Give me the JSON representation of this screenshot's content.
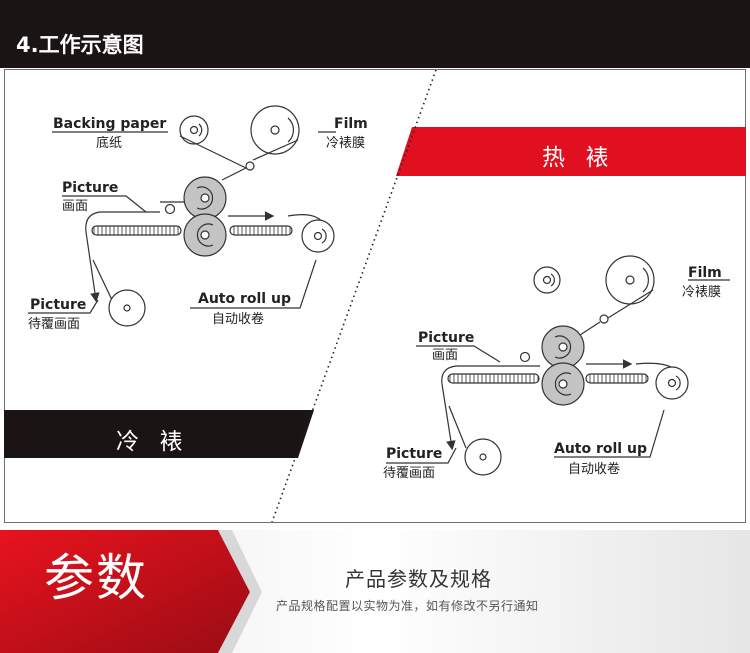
{
  "header": {
    "title": "4.工作示意图"
  },
  "cold_section": {
    "ribbon": "冷  裱",
    "backing_paper": {
      "en": "Backing paper",
      "cn": "底纸"
    },
    "film": {
      "en": "Film",
      "cn": "冷裱膜"
    },
    "picture": {
      "en": "Picture",
      "cn": "画面"
    },
    "picture_in": {
      "en": "Picture",
      "cn": "待覆画面"
    },
    "auto_roll": {
      "en": "Auto roll up",
      "cn": "自动收卷"
    }
  },
  "hot_section": {
    "ribbon": "热  裱",
    "film": {
      "en": "Film",
      "cn": "冷裱膜"
    },
    "picture": {
      "en": "Picture",
      "cn": "画面"
    },
    "picture_in": {
      "en": "Picture",
      "cn": "待覆画面"
    },
    "auto_roll": {
      "en": "Auto roll up",
      "cn": "自动收卷"
    }
  },
  "params": {
    "title": "参数",
    "heading": "产品参数及规格",
    "note": "产品规格配置以实物为准，如有修改不另行通知"
  },
  "colors": {
    "dark": "#1a1414",
    "red": "#e01020",
    "dark_red": "#a4101a"
  }
}
